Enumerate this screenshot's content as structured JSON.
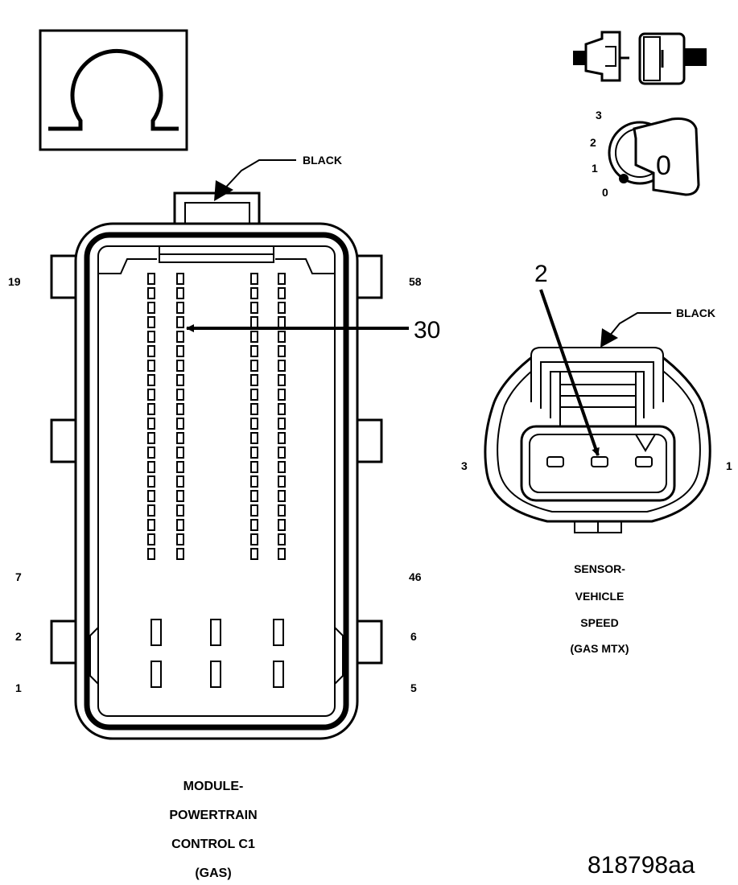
{
  "ohm_symbol": "Ω",
  "ohm_icon": "ohmmeter-icon",
  "ignition_icon": "ignition-key-icon",
  "connector_icon": "disconnected-connector-icon",
  "ignition_positions": [
    "3",
    "2",
    "1",
    "0"
  ],
  "ignition_key_label": "0",
  "pcm": {
    "color_label": "BLACK",
    "pin_labels": {
      "top_left": "19",
      "top_right": "58",
      "mid_left": "7",
      "mid_right": "46",
      "lower_left": "2",
      "lower_right": "6",
      "bottom_left": "1",
      "bottom_right": "5"
    },
    "callout_pin": "30",
    "name_lines": [
      "MODULE-",
      "POWERTRAIN",
      "CONTROL C1",
      "(GAS)"
    ]
  },
  "vss": {
    "color_label": "BLACK",
    "callout_pin": "2",
    "pin_left": "3",
    "pin_right": "1",
    "name_lines": [
      "SENSOR-",
      "VEHICLE",
      "SPEED",
      "(GAS MTX)"
    ]
  },
  "figure_id": "818798aa"
}
